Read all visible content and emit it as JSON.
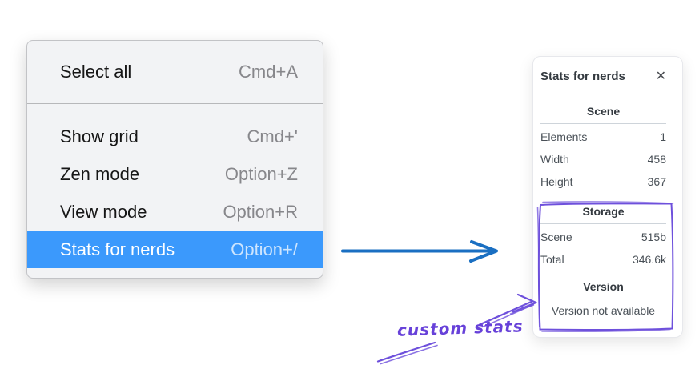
{
  "menu": {
    "top_items": [
      {
        "label": "Select all",
        "shortcut": "Cmd+A"
      }
    ],
    "items": [
      {
        "label": "Show grid",
        "shortcut": "Cmd+'"
      },
      {
        "label": "Zen mode",
        "shortcut": "Option+Z"
      },
      {
        "label": "View mode",
        "shortcut": "Option+R"
      },
      {
        "label": "Stats for nerds",
        "shortcut": "Option+/",
        "selected": true
      }
    ],
    "selected_item": "Stats for nerds"
  },
  "stats_panel": {
    "title": "Stats for nerds",
    "close_icon": "✕",
    "scene_section": {
      "header": "Scene",
      "rows": [
        {
          "label": "Elements",
          "value": "1"
        },
        {
          "label": "Width",
          "value": "458"
        },
        {
          "label": "Height",
          "value": "367"
        }
      ]
    },
    "storage_section": {
      "header": "Storage",
      "rows": [
        {
          "label": "Scene",
          "value": "515b"
        },
        {
          "label": "Total",
          "value": "346.6k"
        }
      ]
    },
    "version_section": {
      "header": "Version",
      "message": "Version not available"
    }
  },
  "annotations": {
    "custom_label": "custom stats"
  },
  "colors": {
    "menu-highlight": "#3b99fc",
    "arrow-blue": "#1a6fc2",
    "annotation-purple": "#6e50dc",
    "handwriting-purple": "#6741d9"
  }
}
